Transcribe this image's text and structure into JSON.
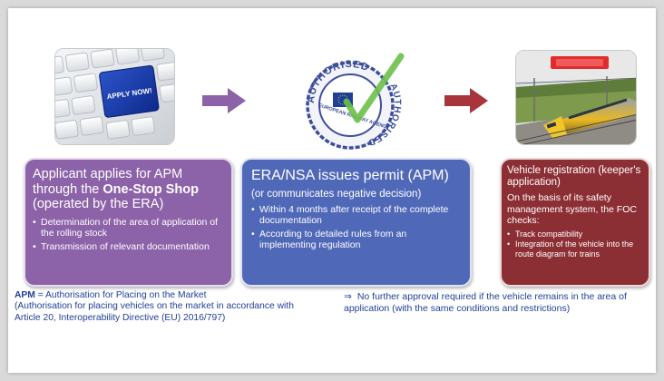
{
  "colors": {
    "purple_box": "#8c62a8",
    "blue_box": "#5068b8",
    "red_box": "#8c2f34",
    "purple_arrow": "#8c62a8",
    "red_arrow": "#a8353b",
    "footnote_text": "#1f3f9a"
  },
  "images": {
    "keyboard": {
      "key_label": "APPLY NOW!"
    },
    "stamp": {
      "top_text": "AUTHORISED",
      "side_text": "AUTHORISED",
      "center_text": "EUROPEAN RAILWAY AGENCY"
    },
    "train": {
      "sign_text": ""
    }
  },
  "box1": {
    "title_pre": "Applicant applies for APM through the ",
    "title_bold": "One-Stop Shop",
    "title_post": " (operated by the ERA)",
    "bullets": [
      "Determination of the area of application of the rolling stock",
      "Transmission of relevant documentation"
    ]
  },
  "box2": {
    "title": "ERA/NSA issues permit (APM)",
    "subtitle": "(or communicates negative decision)",
    "bullets": [
      "Within 4 months after receipt of the complete documentation",
      "According to detailed rules from an implementing regulation"
    ]
  },
  "box3": {
    "title": "Vehicle registration (keeper's application)",
    "text": "On the basis of its safety management system, the FOC checks:",
    "bullets": [
      "Track compatibility",
      "Integration of the vehicle into the route diagram for trains"
    ]
  },
  "footnote_left": {
    "term": "APM",
    "definition": " = Authorisation for Placing on the Market",
    "detail": "(Authorisation for placing vehicles on the market in accordance with Article 20, Interoperability Directive (EU) 2016/797)"
  },
  "footnote_right": {
    "symbol": "⇒",
    "text": "No further approval required if the vehicle remains in the area of application (with the same conditions and restrictions)"
  }
}
